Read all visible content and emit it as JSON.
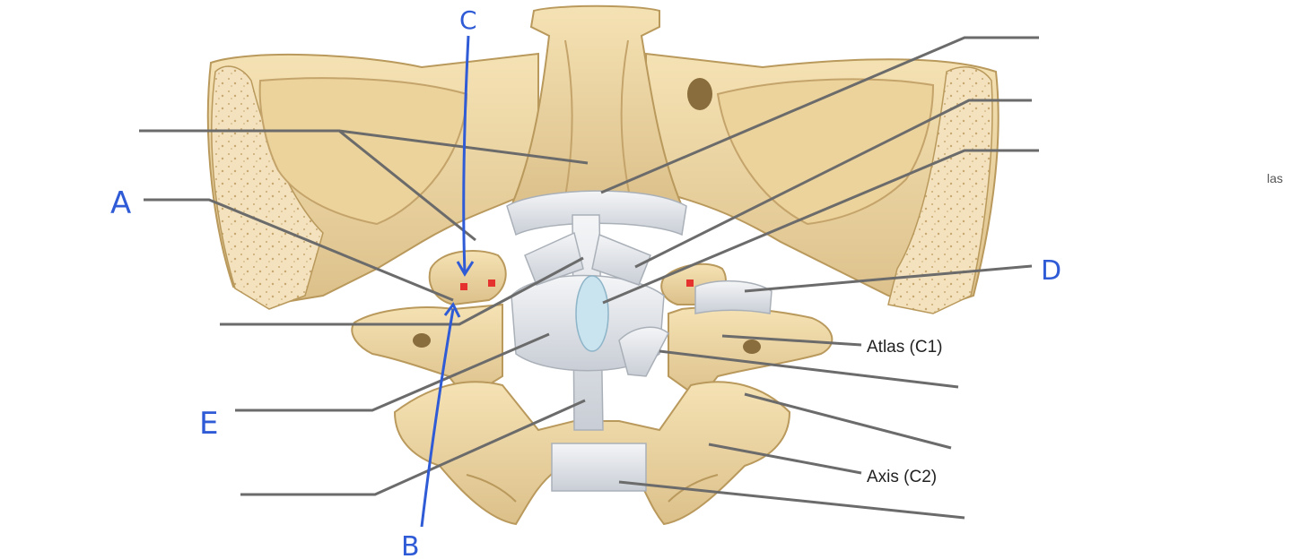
{
  "labels": {
    "A": "A",
    "B": "B",
    "C": "C",
    "D": "D",
    "E": "E",
    "atlas": "Atlas (C1)",
    "axis": "Axis (C2)",
    "edge_fragment": "las"
  },
  "colors": {
    "bone": "#f0d9a6",
    "bone_dark": "#d9b97a",
    "bone_outline": "#b9995c",
    "cancellous": "#f3e2bd",
    "ligament": "#e4e7ec",
    "ligament_shade": "#c9ced6",
    "tectorial": "#c9e3ef",
    "leader_lines": "#6b6b6b",
    "handwriting": "#2f5bd6",
    "marker_red": "#e5322f"
  }
}
